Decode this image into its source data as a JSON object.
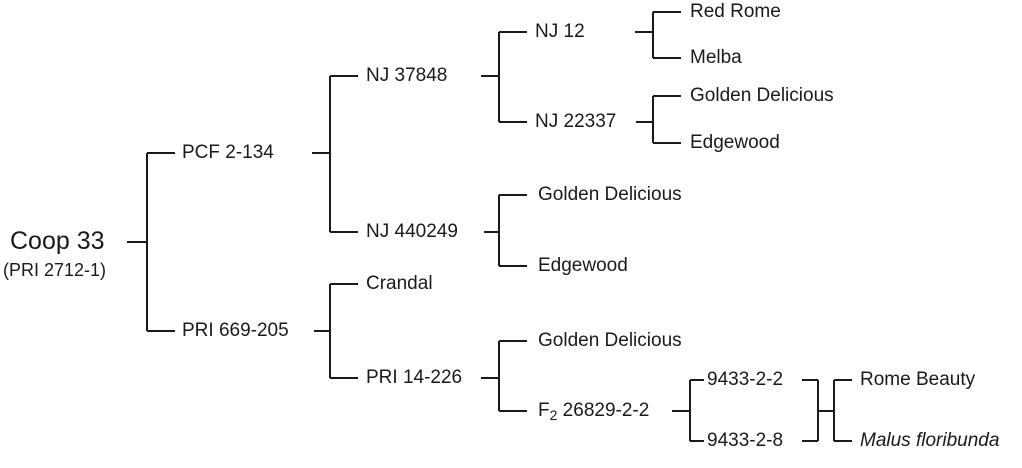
{
  "root": {
    "label": "Coop 33",
    "sublabel": "(PRI 2712-1)"
  },
  "nodes": {
    "pcf": "PCF 2-134",
    "pri669": "PRI 669-205",
    "nj37848": "NJ 37848",
    "nj440249": "NJ 440249",
    "nj12": "NJ 12",
    "nj22337": "NJ 22337",
    "red_rome": "Red Rome",
    "melba": "Melba",
    "golden_1": "Golden Delicious",
    "edgewood_1": "Edgewood",
    "golden_2": "Golden Delicious",
    "edgewood_2": "Edgewood",
    "crandal": "Crandal",
    "pri14": "PRI 14-226",
    "golden_3": "Golden Delicious",
    "f2_prefix": "F",
    "f2_sub": "2",
    "f2_rest": " 26829-2-2",
    "sel_9433_2": "9433-2-2",
    "sel_9433_8": "9433-2-8",
    "rome_beauty": "Rome Beauty",
    "malus": "Malus floribunda"
  },
  "colors": {
    "line": "#1a1a1a",
    "text": "#1a1a1a"
  }
}
